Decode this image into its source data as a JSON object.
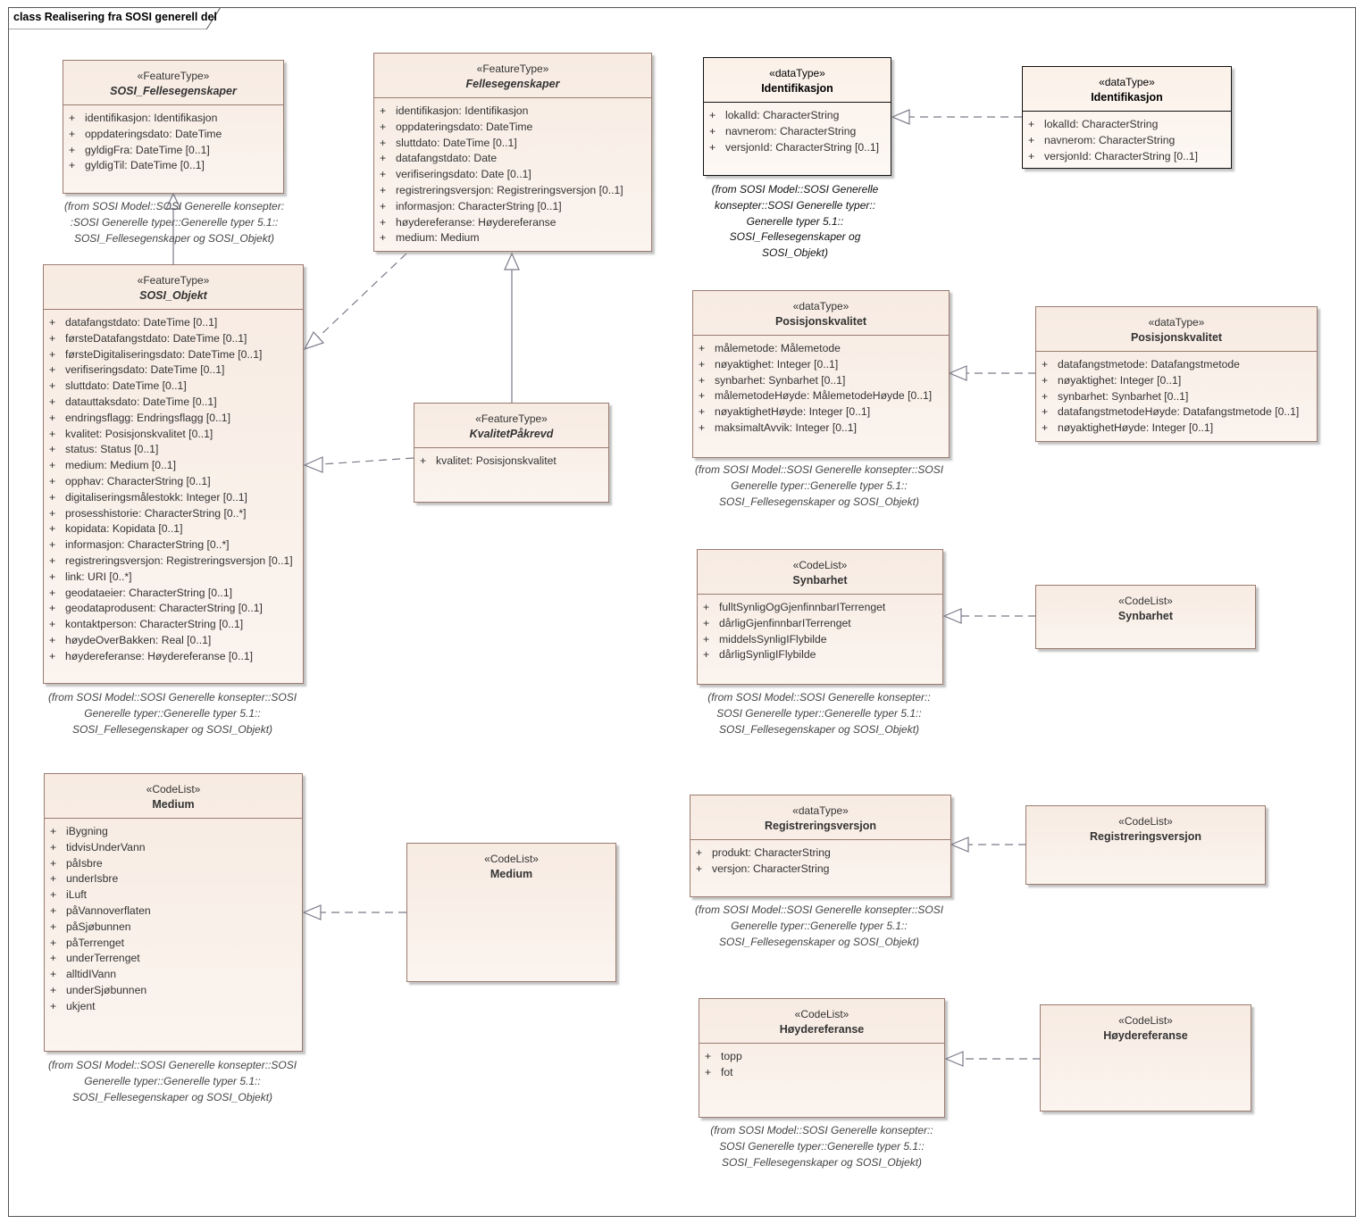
{
  "diagram": {
    "title": "class Realisering fra SOSI generell del"
  },
  "from_notes": {
    "n1": [
      "(from SOSI Model::SOSI Generelle konsepter:",
      ":SOSI Generelle typer::Generelle typer 5.1::",
      "SOSI_Fellesegenskaper og SOSI_Objekt)"
    ],
    "n2": [
      "(from SOSI Model::SOSI Generelle konsepter::SOSI",
      "Generelle typer::Generelle typer 5.1::",
      "SOSI_Fellesegenskaper og SOSI_Objekt)"
    ],
    "n3": [
      "(from SOSI Model::SOSI Generelle",
      "konsepter::SOSI Generelle typer::",
      "Generelle typer 5.1::",
      "SOSI_Fellesegenskaper og",
      "SOSI_Objekt)"
    ],
    "n4": [
      "(from SOSI Model::SOSI Generelle konsepter::SOSI",
      "Generelle typer::Generelle typer 5.1::",
      "SOSI_Fellesegenskaper og SOSI_Objekt)"
    ],
    "n5": [
      "(from SOSI Model::SOSI Generelle konsepter::",
      "SOSI Generelle typer::Generelle typer 5.1::",
      "SOSI_Fellesegenskaper og SOSI_Objekt)"
    ],
    "n6": [
      "(from SOSI Model::SOSI Generelle konsepter::SOSI",
      "Generelle typer::Generelle typer 5.1::",
      "SOSI_Fellesegenskaper og SOSI_Objekt)"
    ],
    "n7": [
      "(from SOSI Model::SOSI Generelle konsepter::SOSI",
      "Generelle typer::Generelle typer 5.1::",
      "SOSI_Fellesegenskaper og SOSI_Objekt)"
    ],
    "n8": [
      "(from SOSI Model::SOSI Generelle konsepter::",
      "SOSI Generelle typer::Generelle typer 5.1::",
      "SOSI_Fellesegenskaper og SOSI_Objekt)"
    ]
  },
  "classes": {
    "sosi_fellesegenskaper": {
      "stereotype": "«FeatureType»",
      "name": "SOSI_Fellesegenskaper",
      "attributes": [
        {
          "vis": "+",
          "text": "identifikasjon: Identifikasjon"
        },
        {
          "vis": "+",
          "text": "oppdateringsdato: DateTime"
        },
        {
          "vis": "+",
          "text": "gyldigFra: DateTime [0..1]"
        },
        {
          "vis": "+",
          "text": "gyldigTil: DateTime [0..1]"
        }
      ]
    },
    "fellesegenskaper": {
      "stereotype": "«FeatureType»",
      "name": "Fellesegenskaper",
      "attributes": [
        {
          "vis": "+",
          "text": "identifikasjon: Identifikasjon"
        },
        {
          "vis": "+",
          "text": "oppdateringsdato: DateTime"
        },
        {
          "vis": "+",
          "text": "sluttdato: DateTime [0..1]"
        },
        {
          "vis": "+",
          "text": "datafangstdato: Date"
        },
        {
          "vis": "+",
          "text": "verifiseringsdato: Date [0..1]"
        },
        {
          "vis": "+",
          "text": "registreringsversjon: Registreringsversjon [0..1]"
        },
        {
          "vis": "+",
          "text": "informasjon: CharacterString [0..1]"
        },
        {
          "vis": "+",
          "text": "høydereferanse: Høydereferanse"
        },
        {
          "vis": "+",
          "text": "medium: Medium"
        }
      ]
    },
    "sosi_objekt": {
      "stereotype": "«FeatureType»",
      "name": "SOSI_Objekt",
      "attributes": [
        {
          "vis": "+",
          "text": "datafangstdato: DateTime [0..1]"
        },
        {
          "vis": "+",
          "text": "førsteDatafangstdato: DateTime [0..1]"
        },
        {
          "vis": "+",
          "text": "førsteDigitaliseringsdato: DateTime [0..1]"
        },
        {
          "vis": "+",
          "text": "verifiseringsdato: DateTime [0..1]"
        },
        {
          "vis": "+",
          "text": "sluttdato: DateTime [0..1]"
        },
        {
          "vis": "+",
          "text": "datauttaksdato: DateTime [0..1]"
        },
        {
          "vis": "+",
          "text": "endringsflagg: Endringsflagg [0..1]"
        },
        {
          "vis": "+",
          "text": "kvalitet: Posisjonskvalitet [0..1]"
        },
        {
          "vis": "+",
          "text": "status: Status [0..1]"
        },
        {
          "vis": "+",
          "text": "medium: Medium [0..1]"
        },
        {
          "vis": "+",
          "text": "opphav: CharacterString [0..1]"
        },
        {
          "vis": "+",
          "text": "digitaliseringsmålestokk: Integer [0..1]"
        },
        {
          "vis": "+",
          "text": "prosesshistorie: CharacterString [0..*]"
        },
        {
          "vis": "+",
          "text": "kopidata: Kopidata [0..1]"
        },
        {
          "vis": "+",
          "text": "informasjon: CharacterString [0..*]"
        },
        {
          "vis": "+",
          "text": "registreringsversjon: Registreringsversjon [0..1]"
        },
        {
          "vis": "+",
          "text": "link: URI [0..*]"
        },
        {
          "vis": "+",
          "text": "geodataeier: CharacterString [0..1]"
        },
        {
          "vis": "+",
          "text": "geodataprodusent: CharacterString [0..1]"
        },
        {
          "vis": "+",
          "text": "kontaktperson: CharacterString [0..1]"
        },
        {
          "vis": "+",
          "text": "høydeOverBakken: Real [0..1]"
        },
        {
          "vis": "+",
          "text": "høydereferanse: Høydereferanse [0..1]"
        }
      ]
    },
    "kvalitetpakrevd": {
      "stereotype": "«FeatureType»",
      "name": "KvalitetPåkrevd",
      "attributes": [
        {
          "vis": "+",
          "text": "kvalitet: Posisjonskvalitet"
        }
      ]
    },
    "medium_left": {
      "stereotype": "«CodeList»",
      "name": "Medium",
      "attributes": [
        {
          "vis": "+",
          "text": "iBygning"
        },
        {
          "vis": "+",
          "text": "tidvisUnderVann"
        },
        {
          "vis": "+",
          "text": "påIsbre"
        },
        {
          "vis": "+",
          "text": "underIsbre"
        },
        {
          "vis": "+",
          "text": "iLuft"
        },
        {
          "vis": "+",
          "text": "påVannoverflaten"
        },
        {
          "vis": "+",
          "text": "påSjøbunnen"
        },
        {
          "vis": "+",
          "text": "påTerrenget"
        },
        {
          "vis": "+",
          "text": "underTerrenget"
        },
        {
          "vis": "+",
          "text": "alltidIVann"
        },
        {
          "vis": "+",
          "text": "underSjøbunnen"
        },
        {
          "vis": "+",
          "text": "ukjent"
        }
      ]
    },
    "medium_right": {
      "stereotype": "«CodeList»",
      "name": "Medium"
    },
    "identifikasjon_left": {
      "stereotype": "«dataType»",
      "name": "Identifikasjon",
      "attributes": [
        {
          "vis": "+",
          "text": "lokalId: CharacterString"
        },
        {
          "vis": "+",
          "text": "navnerom: CharacterString"
        },
        {
          "vis": "+",
          "text": "versjonId: CharacterString [0..1]"
        }
      ]
    },
    "identifikasjon_right": {
      "stereotype": "«dataType»",
      "name": "Identifikasjon",
      "attributes": [
        {
          "vis": "+",
          "text": "lokalId: CharacterString"
        },
        {
          "vis": "+",
          "text": "navnerom: CharacterString"
        },
        {
          "vis": "+",
          "text": "versjonId: CharacterString [0..1]"
        }
      ]
    },
    "posisjonskvalitet_left": {
      "stereotype": "«dataType»",
      "name": "Posisjonskvalitet",
      "attributes": [
        {
          "vis": "+",
          "text": "målemetode: Målemetode"
        },
        {
          "vis": "+",
          "text": "nøyaktighet: Integer [0..1]"
        },
        {
          "vis": "+",
          "text": "synbarhet: Synbarhet [0..1]"
        },
        {
          "vis": "+",
          "text": "målemetodeHøyde: MålemetodeHøyde [0..1]"
        },
        {
          "vis": "+",
          "text": "nøyaktighetHøyde: Integer [0..1]"
        },
        {
          "vis": "+",
          "text": "maksimaltAvvik: Integer [0..1]"
        }
      ]
    },
    "posisjonskvalitet_right": {
      "stereotype": "«dataType»",
      "name": "Posisjonskvalitet",
      "attributes": [
        {
          "vis": "+",
          "text": "datafangstmetode: Datafangstmetode"
        },
        {
          "vis": "+",
          "text": "nøyaktighet: Integer [0..1]"
        },
        {
          "vis": "+",
          "text": "synbarhet: Synbarhet [0..1]"
        },
        {
          "vis": "+",
          "text": "datafangstmetodeHøyde: Datafangstmetode [0..1]"
        },
        {
          "vis": "+",
          "text": "nøyaktighetHøyde: Integer [0..1]"
        }
      ]
    },
    "synbarhet_left": {
      "stereotype": "«CodeList»",
      "name": "Synbarhet",
      "attributes": [
        {
          "vis": "+",
          "text": "fulltSynligOgGjenfinnbarITerrenget"
        },
        {
          "vis": "+",
          "text": "dårligGjenfinnbarITerrenget"
        },
        {
          "vis": "+",
          "text": "middelsSynligIFlybilde"
        },
        {
          "vis": "+",
          "text": "dårligSynligIFlybilde"
        }
      ]
    },
    "synbarhet_right": {
      "stereotype": "«CodeList»",
      "name": "Synbarhet"
    },
    "registreringsversjon_left": {
      "stereotype": "«dataType»",
      "name": "Registreringsversjon",
      "attributes": [
        {
          "vis": "+",
          "text": "produkt: CharacterString"
        },
        {
          "vis": "+",
          "text": "versjon: CharacterString"
        }
      ]
    },
    "registreringsversjon_right": {
      "stereotype": "«CodeList»",
      "name": "Registreringsversjon"
    },
    "hoydereferanse_left": {
      "stereotype": "«CodeList»",
      "name": "Høydereferanse",
      "attributes": [
        {
          "vis": "+",
          "text": "topp"
        },
        {
          "vis": "+",
          "text": "fot"
        }
      ]
    },
    "hoydereferanse_right": {
      "stereotype": "«CodeList»",
      "name": "Høydereferanse"
    }
  }
}
